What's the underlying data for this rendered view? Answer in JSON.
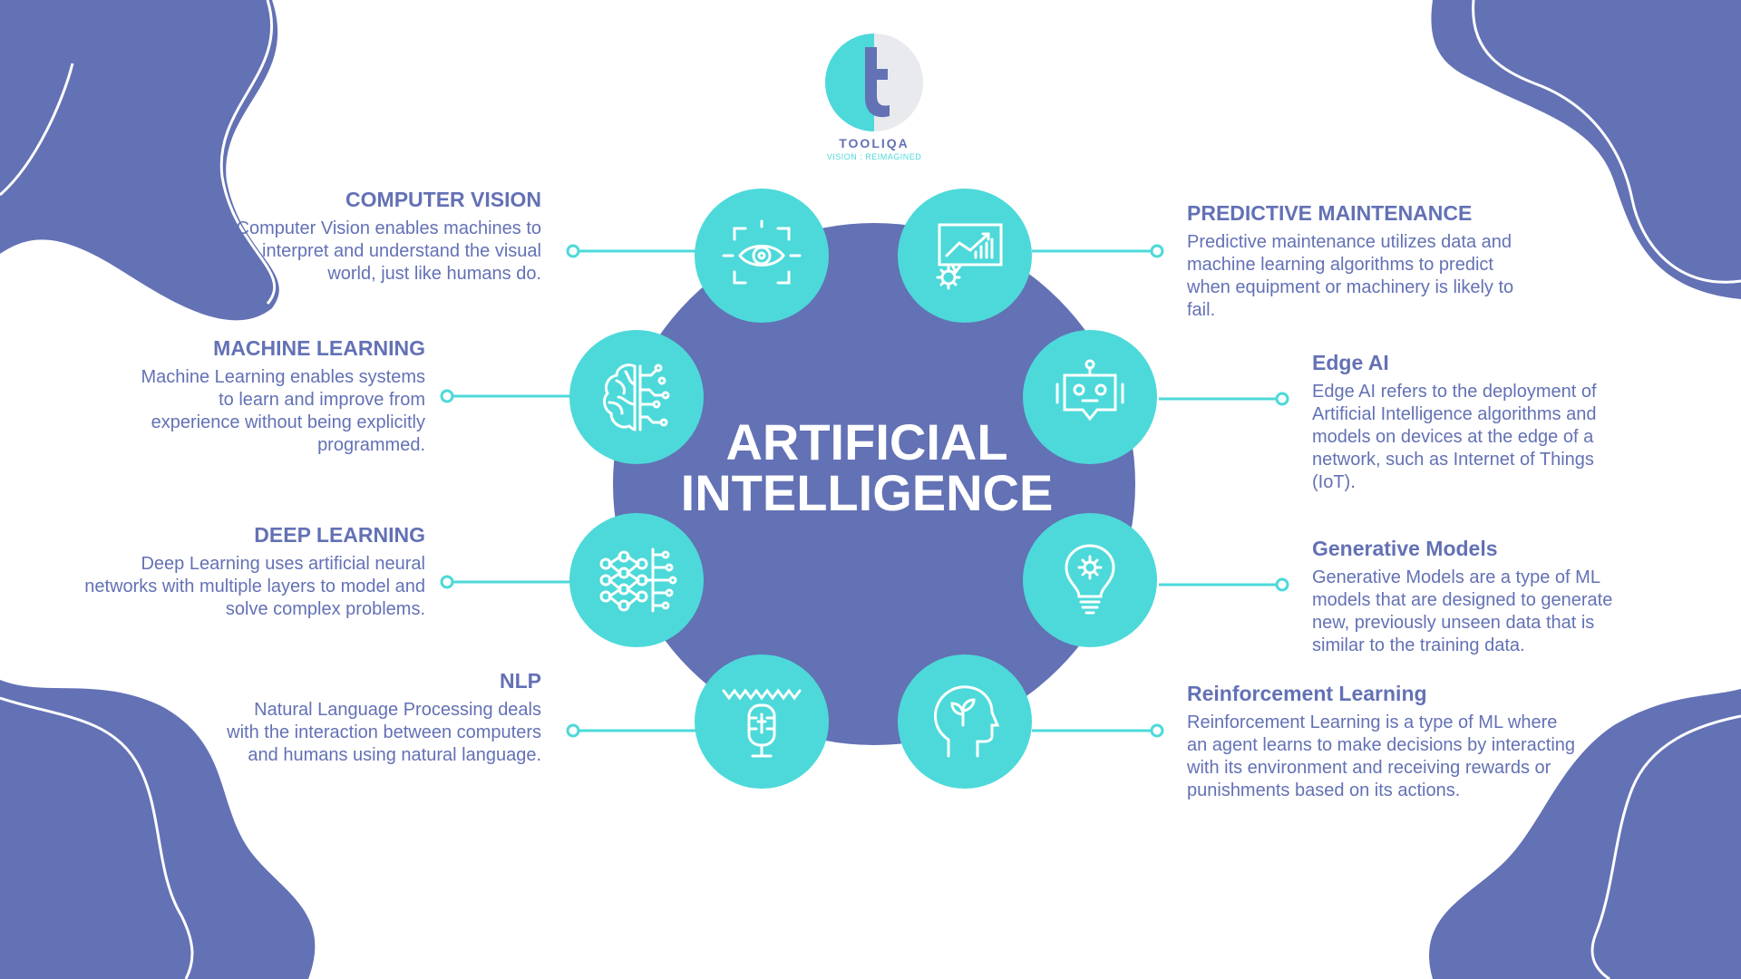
{
  "colors": {
    "primary": "#6371b5",
    "accent": "#4dd9d9",
    "bg": "#ffffff"
  },
  "brand": {
    "name": "TOOLIQA",
    "tagline": "VISION : REIMAGINED",
    "letter": "t"
  },
  "center": {
    "line1": "ARTIFICIAL",
    "line2": "INTELLIGENCE"
  },
  "topics": [
    {
      "title": "COMPUTER VISION",
      "text": "Computer Vision enables machines to interpret and understand the visual world, just like humans do.",
      "icon": "eye-scan-icon"
    },
    {
      "title": "MACHINE LEARNING",
      "text": "Machine Learning enables systems to learn and improve from experience without being explicitly programmed.",
      "icon": "brain-circuit-icon"
    },
    {
      "title": "DEEP LEARNING",
      "text": "Deep Learning uses artificial neural networks with multiple layers to model and solve complex problems.",
      "icon": "neural-network-icon"
    },
    {
      "title": "NLP",
      "text": "Natural Language Processing deals with the interaction between computers and humans using natural language.",
      "icon": "microphone-wave-icon"
    },
    {
      "title": "PREDICTIVE MAINTENANCE",
      "text": "Predictive maintenance utilizes data and machine learning algorithms to predict when equipment or machinery is likely to fail.",
      "icon": "chart-gear-icon"
    },
    {
      "title": "Edge AI",
      "text": "Edge AI refers to the deployment of Artificial Intelligence algorithms and models on devices at the edge of a network, such as Internet of Things (IoT).",
      "icon": "robot-icon"
    },
    {
      "title": "Generative Models",
      "text": "Generative Models are a type of ML models that are designed to generate new, previously unseen data that is similar to the training data.",
      "icon": "lightbulb-gear-icon"
    },
    {
      "title": "Reinforcement Learning",
      "text": "Reinforcement Learning is a type of ML where an agent learns to make decisions by interacting with its environment and receiving rewards or punishments based on its actions.",
      "icon": "head-plant-icon"
    }
  ]
}
